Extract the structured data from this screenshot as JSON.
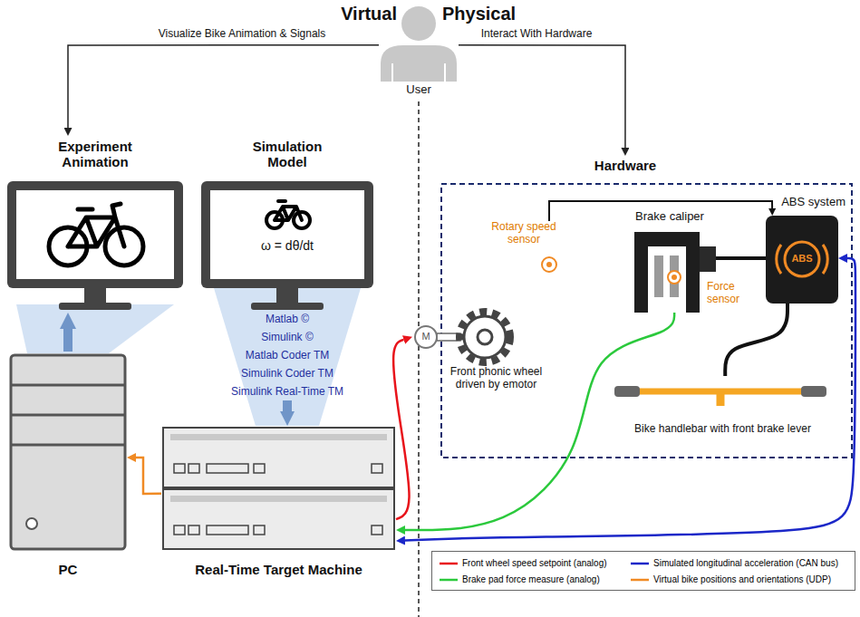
{
  "diagram": {
    "nodes": [
      {
        "text": [
          "Experiment Animation"
        ]
      },
      {
        "text": [
          "Simulation Model",
          "ω = dθ/dt"
        ]
      },
      {
        "text": [
          "User"
        ]
      },
      {
        "text": [
          "Hardware"
        ]
      },
      {
        "text": [
          "Rotary speed sensor"
        ],
        "in": 3
      },
      {
        "text": [
          "Brake caliper"
        ],
        "in": 3
      },
      {
        "text": [
          "ABS system",
          "ABS"
        ],
        "in": 3
      },
      {
        "text": [
          "Force sensor"
        ],
        "in": 3
      },
      {
        "text": [
          "Front phonic wheel driven by emotor"
        ],
        "in": 3
      },
      {
        "text": [
          "Bike handlebar with front brake lever"
        ],
        "in": 3
      },
      {
        "text": [
          "PC"
        ]
      },
      {
        "text": [
          "Real-Time Target Machine"
        ]
      }
    ],
    "edges": [
      {
        "from": 2,
        "to": 0,
        "label": "Visualize Bike Animation & Signals",
        "arrow": "to"
      },
      {
        "from": 2,
        "to": 3,
        "label": "Interact With Hardware",
        "arrow": "to"
      },
      {
        "from": 10,
        "to": 0,
        "arrow": "to"
      },
      {
        "from": 1,
        "to": 11,
        "arrow": "to"
      },
      {
        "from": 11,
        "to": 10,
        "arrow": "to"
      },
      {
        "from": 11,
        "to": 8,
        "arrow": "to"
      },
      {
        "from": 7,
        "to": 11,
        "arrow": "to"
      },
      {
        "from": 11,
        "to": 6,
        "arrow": "both"
      },
      {
        "from": 4,
        "to": 6,
        "arrow": "to"
      },
      {
        "from": 5,
        "to": 6,
        "arrow": "none"
      },
      {
        "from": 6,
        "to": 9,
        "arrow": "none"
      }
    ],
    "labels": [
      "Virtual",
      "Physical",
      "Matlab ©",
      "Simulink ©",
      "Matlab Coder TM",
      "Simulink Coder TM",
      "Simulink Real-Time TM",
      "M"
    ],
    "legend": [
      {
        "text": "Front wheel speed setpoint (analog)"
      },
      {
        "text": "Simulated longitudinal acceleration (CAN bus)"
      },
      {
        "text": "Brake pad force measure (analog)"
      },
      {
        "text": "Virtual bike positions and orientations (UDP)"
      }
    ]
  }
}
